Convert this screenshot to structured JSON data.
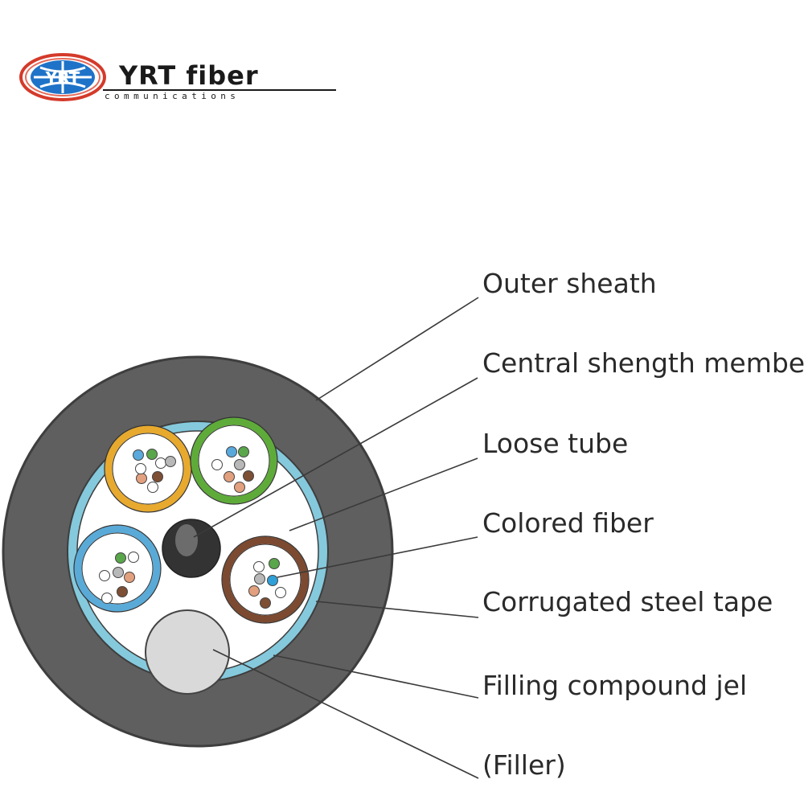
{
  "brand": {
    "name": "YRT fiber",
    "tagline": "communications",
    "logo_mark": "YRT"
  },
  "colors": {
    "sheath": "#5f5f5f",
    "steel_tape": "#85c9dd",
    "core_fill": "#ffffff",
    "tube_yellow": "#e7a92e",
    "tube_green": "#5eab3a",
    "tube_blue": "#5aaad8",
    "tube_brown": "#7c4a30",
    "central_member": "#333333",
    "filler": "#d9d9d9",
    "leader_line": "#3a3a3a",
    "logo_blue": "#1e73c8",
    "logo_red": "#d43a2a"
  },
  "labels": [
    {
      "id": "outer-sheath",
      "text": "Outer sheath"
    },
    {
      "id": "central-strength-member",
      "text": "Central shength member"
    },
    {
      "id": "loose-tube",
      "text": "Loose tube"
    },
    {
      "id": "colored-fiber",
      "text": "Colored fiber"
    },
    {
      "id": "corrugated-steel-tape",
      "text": "Corrugated steel tape"
    },
    {
      "id": "filling-compound-jel",
      "text": "Filling compound jel"
    },
    {
      "id": "filler",
      "text": "(Filler)"
    }
  ]
}
